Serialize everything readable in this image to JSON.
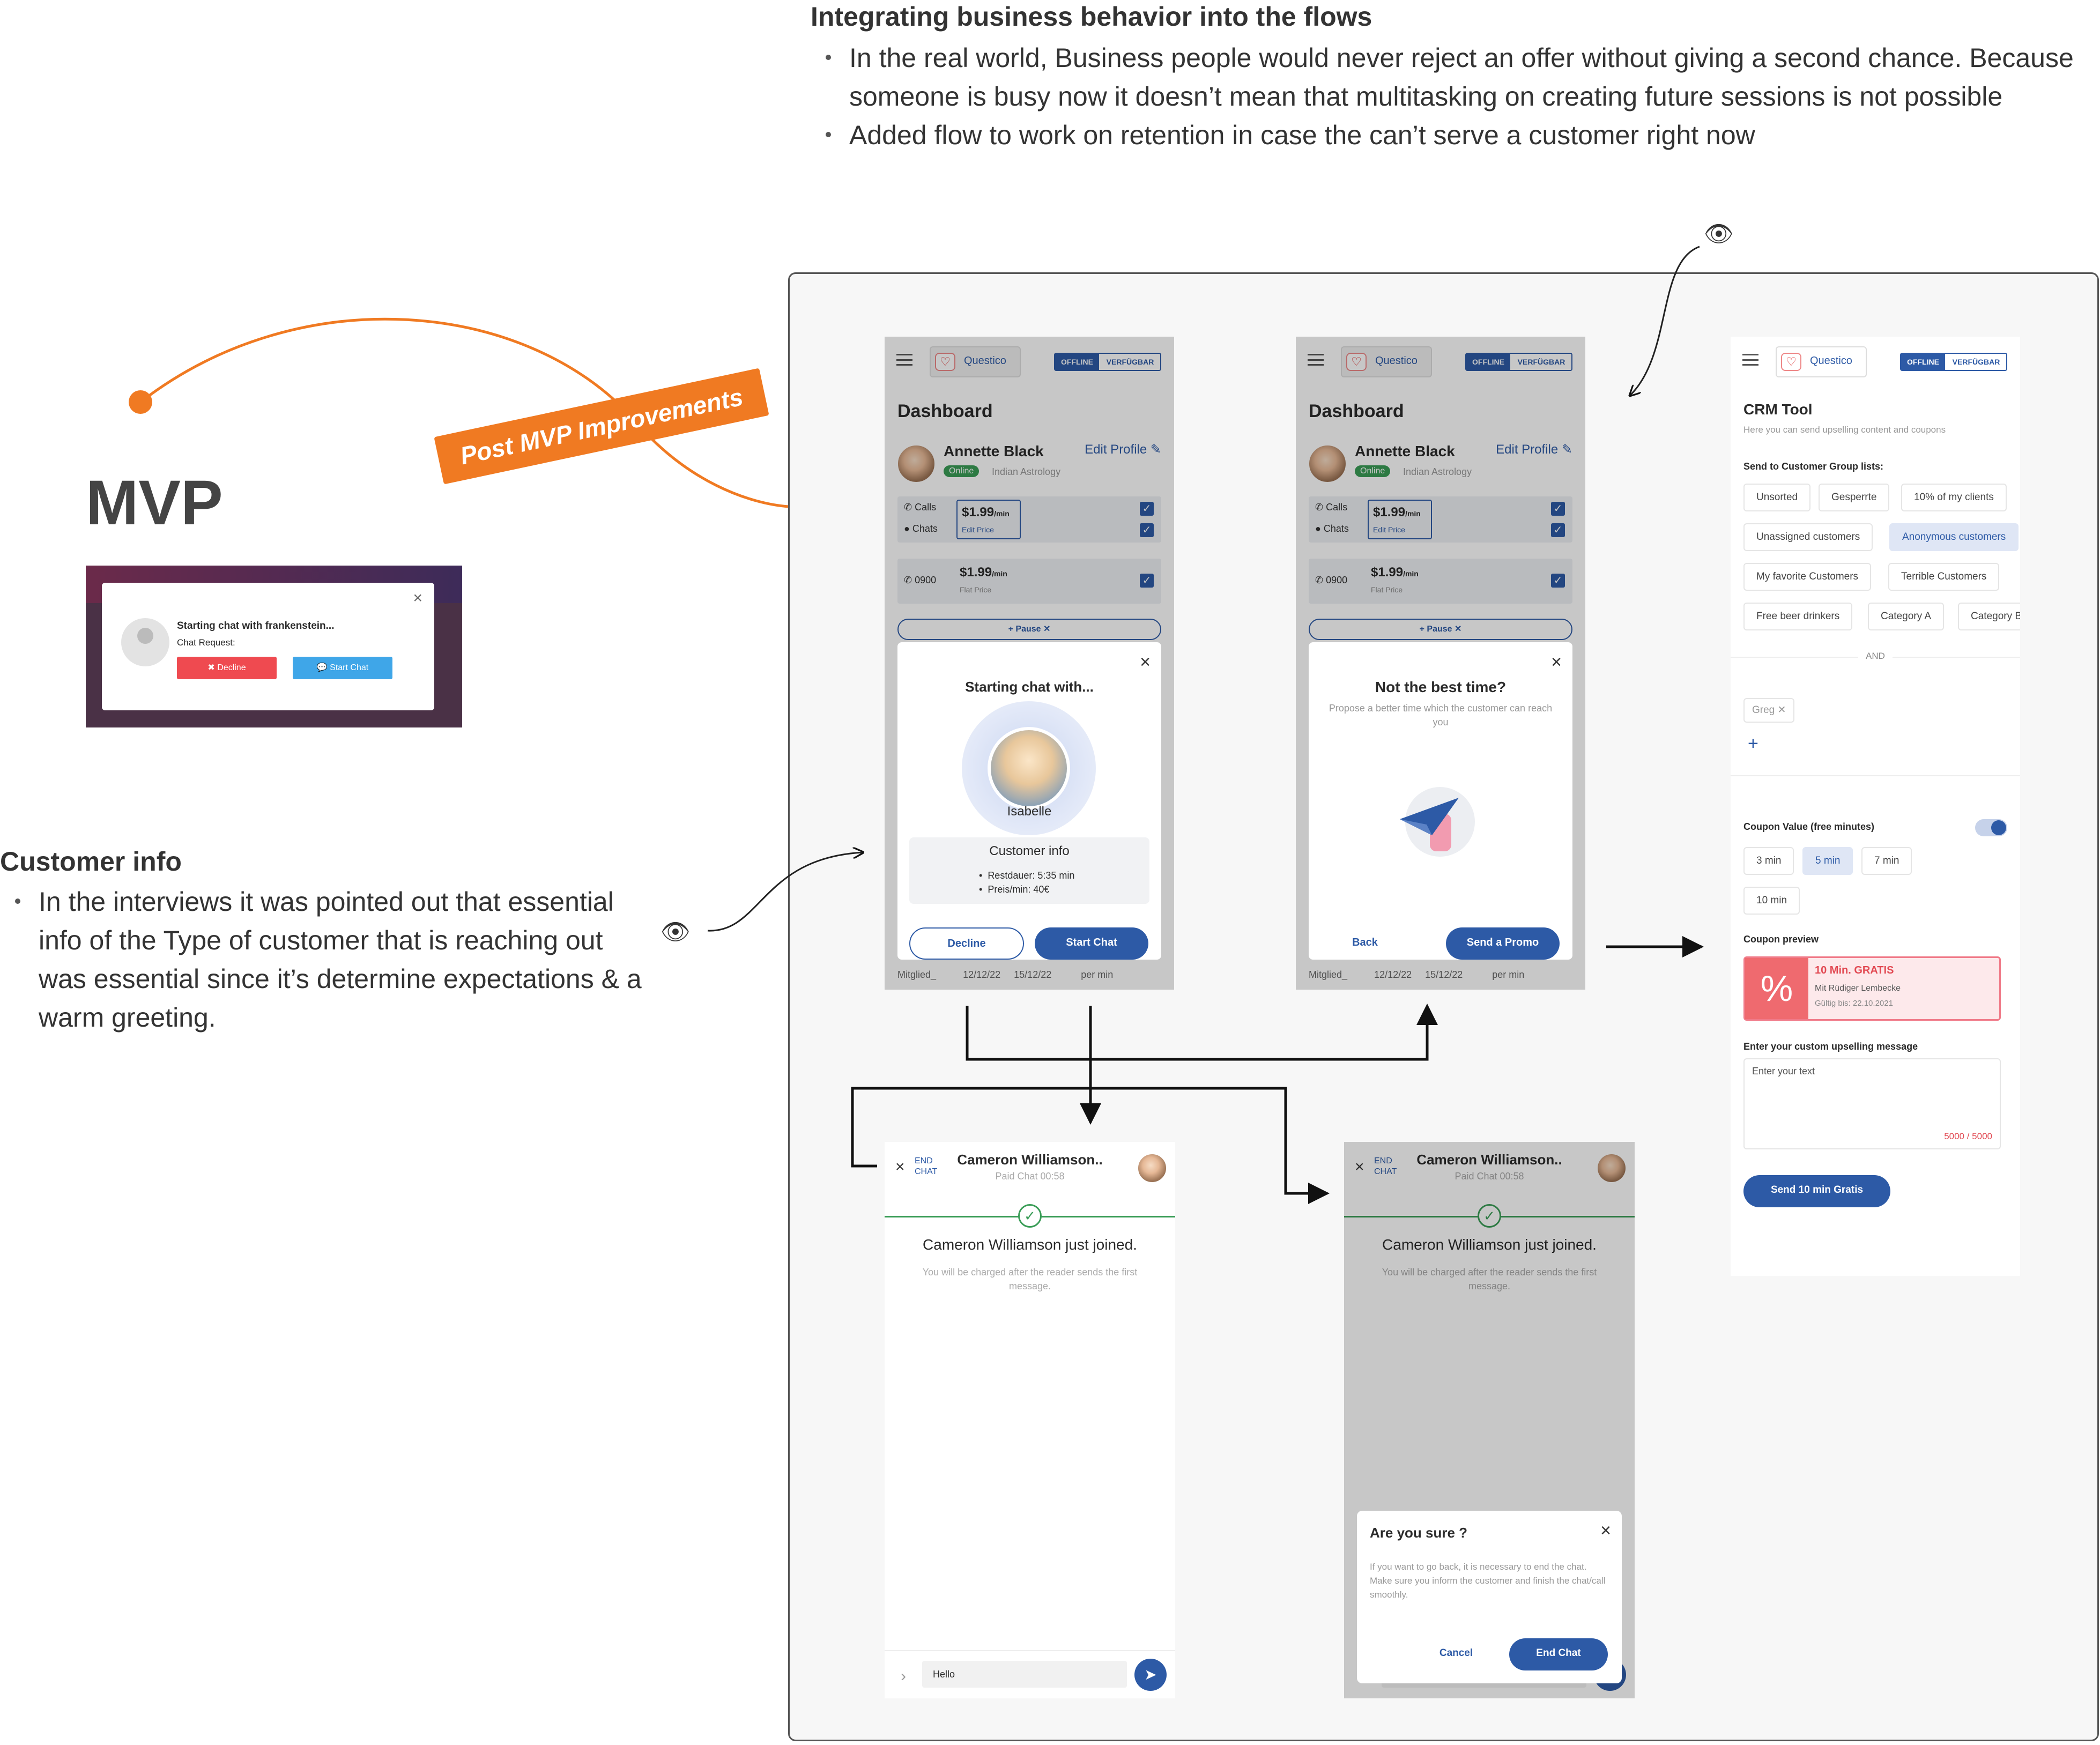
{
  "intro": {
    "title": "Integrating business behavior into the flows",
    "bullets": [
      "In the real world, Business people would never reject an offer without giving a second chance. Because someone is busy now it doesn’t mean that multitasking on creating future sessions is not possible",
      "Added flow to work on retention in case the can’t serve a customer right now"
    ]
  },
  "mvp": {
    "title": "MVP",
    "dialog_heading": "Starting chat with frankenstein...",
    "dialog_sub": "Chat Request:",
    "decline": "✖ Decline",
    "start": "💬 Start Chat"
  },
  "post_mvp_badge": "Post MVP Improvements",
  "customer_info": {
    "title": "Customer info",
    "bullets": [
      "In the interviews it was pointed out that essential info of the Type of customer that is reaching out was essential since it’s determine expectations & a warm greeting."
    ]
  },
  "dashboard": {
    "logo": "Questico",
    "offline": "OFFLINE",
    "available": "VERFÜGBAR",
    "title": "Dashboard",
    "name": "Annette Black",
    "edit_profile": "Edit Profile",
    "status": "Online",
    "category": "Indian Astrology",
    "calls": "Calls",
    "chats": "Chats",
    "price": "$1.99",
    "per_min": "/min",
    "edit_price": "Edit Price",
    "phone_prefix": "0900",
    "flat_price": "Flat Price",
    "pause": "+ Pause ✕",
    "table_bits": [
      "Mitglied_",
      "12/12/22",
      "15/12/22",
      "per min"
    ]
  },
  "start_modal": {
    "title": "Starting chat with...",
    "customer": "Isabelle",
    "info_title": "Customer info",
    "info_items": [
      "Restdauer: 5:35 min",
      "Preis/min: 40€"
    ],
    "decline": "Decline",
    "start": "Start Chat"
  },
  "promo_modal": {
    "title": "Not the best time?",
    "subtitle": "Propose a better time which the customer can reach you",
    "back": "Back",
    "send": "Send a Promo"
  },
  "crm": {
    "title": "CRM Tool",
    "subtitle": "Here you can send upselling content and coupons",
    "groups_label": "Send to Customer Group lists:",
    "chips": [
      "Unsorted",
      "Gesperrte",
      "10% of my clients",
      "Unassigned customers",
      "Anonymous customers",
      "My favorite Customers",
      "Terrible Customers",
      "Free beer drinkers",
      "Category A",
      "Category B"
    ],
    "and": "AND",
    "tag": "Greg",
    "coupon_label": "Coupon Value (free minutes)",
    "values": [
      "3 min",
      "5 min",
      "7 min",
      "10 min"
    ],
    "preview_label": "Coupon preview",
    "coupon_title": "10 Min. GRATIS",
    "coupon_from": "Mit Rüdiger Lembecke",
    "coupon_valid": "Gültig bis: 22.10.2021",
    "message_label": "Enter your custom upselling message",
    "message_placeholder": "Enter your text",
    "counter": "5000 / 5000",
    "send": "Send 10 min Gratis"
  },
  "chat": {
    "end": "END CHAT",
    "name": "Cameron Williamson..",
    "paid": "Paid Chat 00:58",
    "joined": "Cameron Williamson just joined.",
    "note": "You will be charged after the reader sends the first message.",
    "input": "Hello"
  },
  "confirm": {
    "title": "Are you sure ?",
    "body": "If you want to go back, it is necessary to end the chat. Make sure you inform the customer and finish the chat/call smoothly.",
    "cancel": "Cancel",
    "end": "End Chat"
  },
  "colors": {
    "accent": "#2d5aa6",
    "orange": "#f07a22",
    "online": "#3a9d57",
    "danger": "#ef4a50"
  }
}
